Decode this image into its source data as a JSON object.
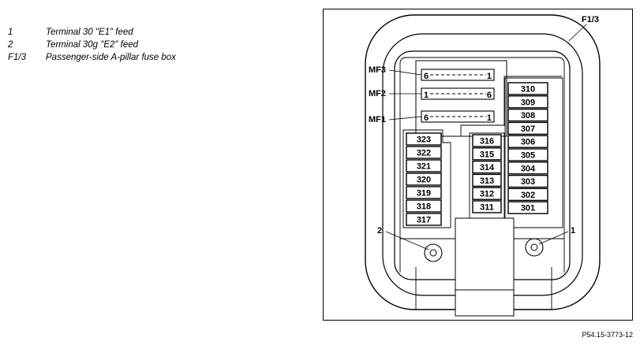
{
  "legend": [
    {
      "key": "1",
      "text": "Terminal 30 \"E1\" feed"
    },
    {
      "key": "2",
      "text": "Terminal 30g \"E2\" feed"
    },
    {
      "key": "F1/3",
      "text": "Passenger-side A-pillar fuse box"
    }
  ],
  "diagram": {
    "box_label": "F1/3",
    "connectors": [
      {
        "name": "MF3",
        "left_pin": "6",
        "right_pin": "1"
      },
      {
        "name": "MF2",
        "left_pin": "1",
        "right_pin": "6"
      },
      {
        "name": "MF1",
        "left_pin": "6",
        "right_pin": "1"
      }
    ],
    "fuses_left": [
      "323",
      "322",
      "321",
      "320",
      "319",
      "318",
      "317"
    ],
    "fuses_middle": [
      "316",
      "315",
      "314",
      "313",
      "312",
      "311"
    ],
    "fuses_right": [
      "310",
      "309",
      "308",
      "307",
      "306",
      "305",
      "304",
      "303",
      "302",
      "301"
    ],
    "terminal_1_label": "1",
    "terminal_2_label": "2"
  },
  "reference_code": "P54.15-3773-12"
}
